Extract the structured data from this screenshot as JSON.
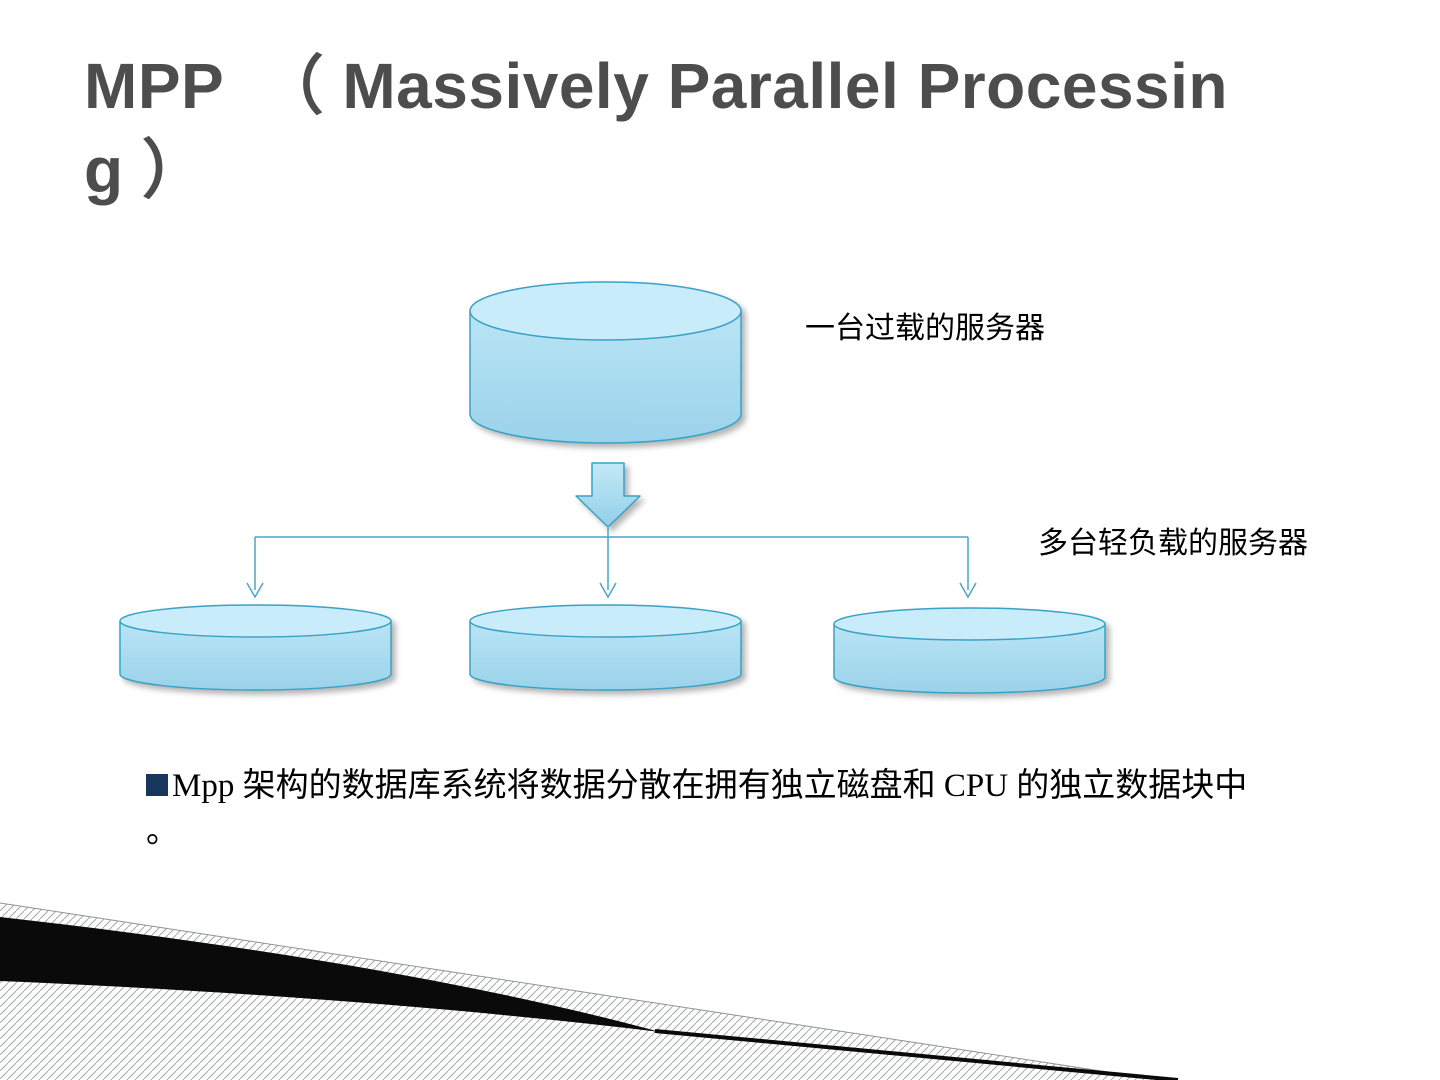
{
  "slide": {
    "title_lines": [
      "MPP  （ Massively Parallel Processin",
      "g ）"
    ],
    "diagram": {
      "label_overloaded_server": "一台过载的服务器",
      "label_light_load_servers": "多台轻负载的服务器",
      "top_server_count": 1,
      "bottom_server_count": 3
    },
    "bullet": {
      "text": "Mpp 架构的数据库系统将数据分散在拥有独立磁盘和 CPU 的独立数据块中",
      "trailing_period": "。"
    },
    "colors": {
      "title_text": "#4d4d4d",
      "cylinder_fill_top": "#c8ecf9",
      "cylinder_fill_body": "#a9dcf1",
      "cylinder_stroke": "#3aa2c6",
      "connector_line": "#4aa6ca",
      "bullet_square": "#17365d",
      "body_text": "#000000"
    }
  }
}
